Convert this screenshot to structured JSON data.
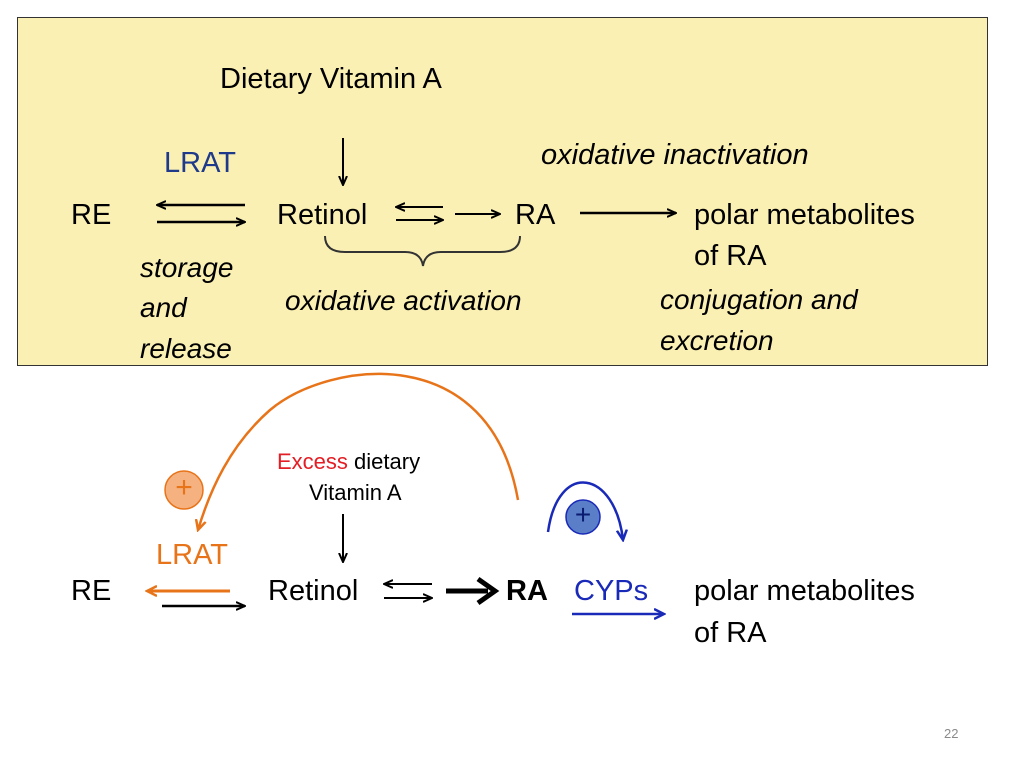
{
  "top_panel": {
    "dietary": "Dietary Vitamin A",
    "lrat": "LRAT",
    "oxidative_inactivation": "oxidative inactivation",
    "re": "RE",
    "retinol": "Retinol",
    "ra": "RA",
    "polar_line1": "polar metabolites",
    "polar_line2": "of RA",
    "storage_line1": "storage",
    "storage_line2": "and",
    "storage_line3": "release",
    "oxidative_activation": "oxidative activation",
    "conjugation_line1": "conjugation and",
    "conjugation_line2": "excretion"
  },
  "bottom": {
    "excess": "Excess",
    "dietary": "dietary",
    "vitamin_a": "Vitamin A",
    "lrat": "LRAT",
    "re": "RE",
    "retinol": "Retinol",
    "ra": "RA",
    "cyps": "CYPs",
    "polar_line1": "polar metabolites",
    "polar_line2": "of RA",
    "plus_left": "+",
    "plus_right": "+"
  },
  "page_number": "22",
  "colors": {
    "panel_bg": "#faf0b4",
    "lrat_blue": "#1f3a8a",
    "orange": "#e8741a",
    "red": "#e31e24",
    "cyp_blue": "#1a2ab8"
  }
}
